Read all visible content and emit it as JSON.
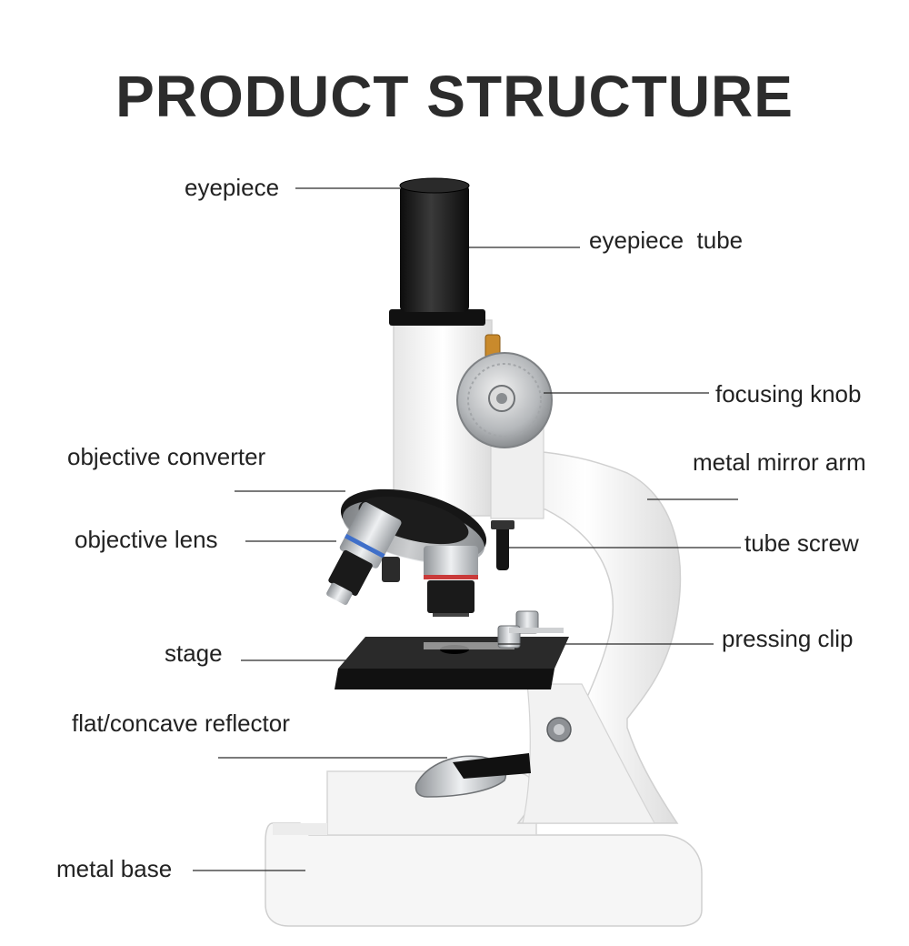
{
  "title": "PRODUCT STRUCTURE",
  "labels": {
    "eyepiece": "eyepiece",
    "eyepiece_tube": "eyepiece  tube",
    "focusing_knob": "focusing knob",
    "metal_mirror_arm": "metal mirror arm",
    "objective_converter": "objective converter",
    "objective_lens": "objective lens",
    "tube_screw": "tube screw",
    "stage": "stage",
    "pressing_clip": "pressing clip",
    "flat_concave_reflector": "flat/concave reflector",
    "metal_base": "metal base"
  },
  "colors": {
    "title": "#2c2c2c",
    "body_white": "#f4f4f4",
    "black_parts": "#151515",
    "metal": "#b9bcc0",
    "lens_blue": "#3f6fc9",
    "lens_red": "#c93a3a",
    "brass": "#c98a2c"
  }
}
